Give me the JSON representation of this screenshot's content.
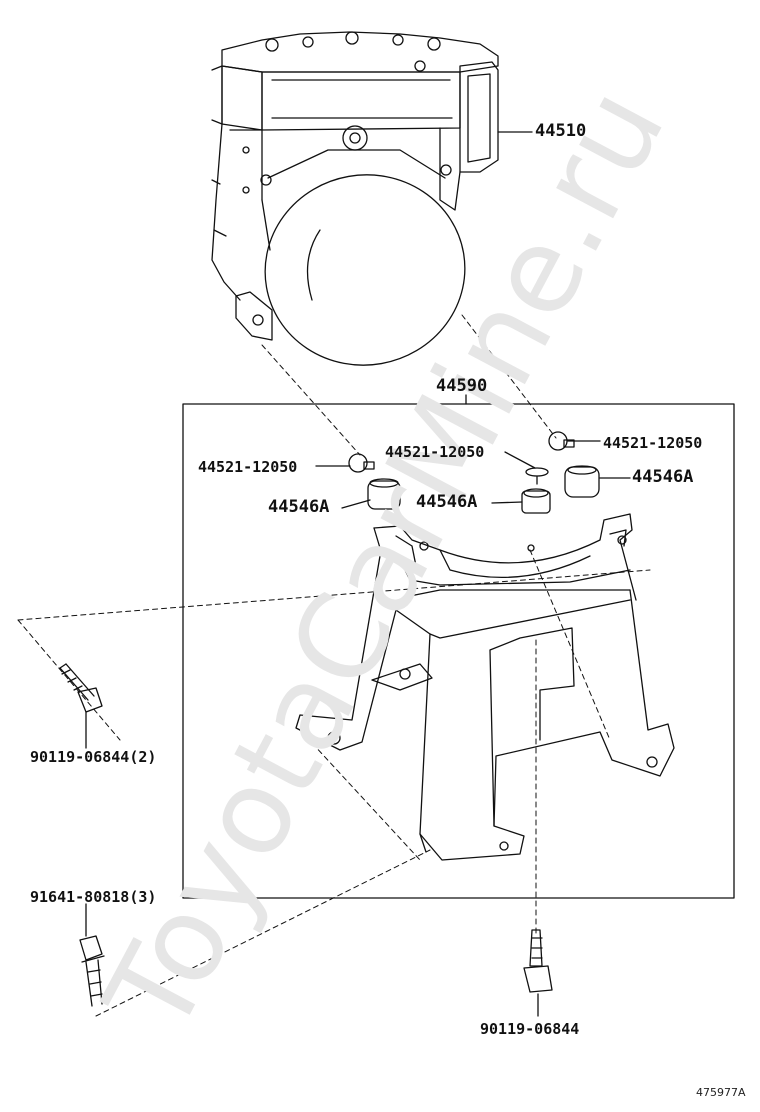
{
  "watermark": "ToyotaCarMine.ru",
  "figure_number": "475977A",
  "labels": {
    "actuator": "44510",
    "bracket_assy": "44590",
    "cushion_pin_left": "44521-12050",
    "cushion_pin_center": "44521-12050",
    "cushion_pin_right": "44521-12050",
    "grommet_left": "44546A",
    "grommet_center": "44546A",
    "grommet_right": "44546A",
    "bolt_left": "90119-06844(2)",
    "bolt_bottom": "90119-06844",
    "bolt_flange": "91641-80818(3)"
  },
  "colors": {
    "line": "#111111",
    "watermark": "#e6e6e6",
    "background": "#ffffff"
  }
}
